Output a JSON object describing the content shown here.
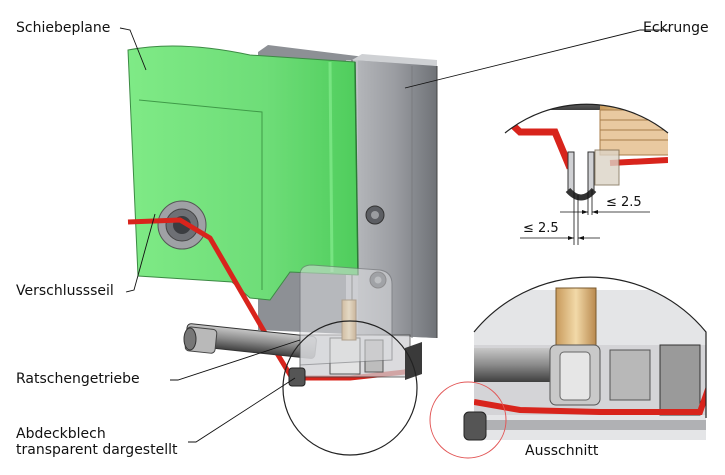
{
  "labels": {
    "schiebeplane": "Schiebeplane",
    "eckrunge": "Eckrunge",
    "verschlussseil": "Verschlussseil",
    "ratschengetriebe": "Ratschengetriebe",
    "abdeckblech_line1": "Abdeckblech",
    "abdeckblech_line2": "transparent dargestellt",
    "ausschnitt": "Ausschnitt"
  },
  "dimensions": {
    "upper": "≤ 2.5",
    "lower": "≤ 2.5"
  },
  "colors": {
    "tarp_green": "#6fe07a",
    "post_gray": "#9c9ea3",
    "cable_red": "#d8241c",
    "bolt_tan": "#d8b27a"
  }
}
